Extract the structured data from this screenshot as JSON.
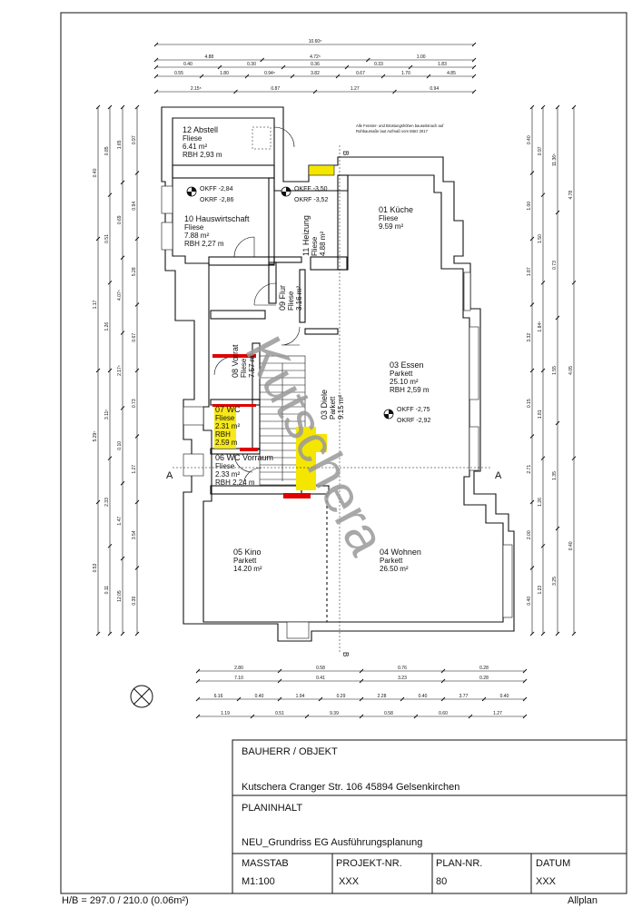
{
  "plan_note": "Alle Fenster- und Brüstungshöhen bauseitsnach auf Rohbaumaße laut Aufmaß vom März 2017",
  "rooms": [
    {
      "id": "12",
      "lines": [
        "12 Abstell",
        "Fliese",
        "6.41 m²",
        "RBH 2,93 m"
      ]
    },
    {
      "id": "10",
      "lines": [
        "10 Hauswirtschaft",
        "Fliese",
        "7.88 m²",
        "RBH 2,27 m"
      ]
    },
    {
      "id": "11",
      "lines": [
        "11 Heizung",
        "Fliese",
        "4.88 m²"
      ]
    },
    {
      "id": "01",
      "lines": [
        "01 Küche",
        "Fliese",
        "9.59 m²"
      ]
    },
    {
      "id": "09",
      "lines": [
        "09 Flur",
        "Fliese",
        "3.16 m²"
      ]
    },
    {
      "id": "08",
      "lines": [
        "08 Vorrat",
        "Fliese",
        "7.57 m²"
      ]
    },
    {
      "id": "03e",
      "lines": [
        "03 Essen",
        "Parkett",
        "25.10 m²",
        "RBH 2,59 m"
      ]
    },
    {
      "id": "03d",
      "lines": [
        "03 Diele",
        "Parkett",
        "9.15 m²"
      ]
    },
    {
      "id": "07",
      "lines": [
        "07 WC",
        "Fliese",
        "2.31 m²",
        "RBH",
        "2.59 m"
      ]
    },
    {
      "id": "06",
      "lines": [
        "06 WC Vorraum",
        "Fliese",
        "2.33 m²",
        "RBH 2,24 m"
      ]
    },
    {
      "id": "05",
      "lines": [
        "05 Kino",
        "Parkett",
        "14.20 m²"
      ]
    },
    {
      "id": "04",
      "lines": [
        "04 Wohnen",
        "Parkett",
        "26.50 m²"
      ]
    }
  ],
  "levels": [
    {
      "id": "a",
      "okff": "OKFF -2,84",
      "okrf": "OKRF -2,86"
    },
    {
      "id": "b",
      "okff": "OKFF -3,50",
      "okrf": "OKRF -3,52"
    },
    {
      "id": "c",
      "okff": "OKFF -2,75",
      "okrf": "OKRF -2,92"
    }
  ],
  "section_markers": {
    "a": "A",
    "b": "B"
  },
  "watermark": "Kutschera",
  "dims_top": [
    "10.60⁵",
    "4.88",
    "4.72⁵",
    "1.00",
    "0.40",
    "0.30",
    "0.36",
    "0.33",
    "1.83",
    "0.55",
    "1.80",
    "0.94⁵",
    "3.82",
    "0.67",
    "1.70",
    "4.85",
    "2.15⁵",
    "0.87",
    "1.27",
    "0.94"
  ],
  "dims_bottom": [
    "2.80",
    "0.58",
    "0.76",
    "0.28",
    "7.10",
    "0.41",
    "3.23",
    "0.28",
    "6.16",
    "0.40",
    "1.94",
    "0.29",
    "2.28",
    "0.40",
    "3.77",
    "0.40",
    "1.19",
    "0.51",
    "9.39",
    "0.58",
    "0.60",
    "1.27"
  ],
  "dims_left": [
    "0.40",
    "1.17",
    "5.29⁵",
    "0.53",
    "0.85",
    "0.51",
    "1.26",
    "3.11⁵",
    "2.33",
    "0.11",
    "1.65",
    "0.69",
    "4.07⁵",
    "2.17⁵",
    "0.10",
    "1.47",
    "12.05",
    "0.97",
    "0.94",
    "5.28",
    "0.67",
    "0.73",
    "1.27",
    "3.54",
    "0.39"
  ],
  "dims_right": [
    "0.40",
    "1.00",
    "1.87",
    "3.32",
    "0.15",
    "2.71",
    "2.00",
    "0.40",
    "0.97",
    "1.50",
    "1.84⁵",
    "1.81",
    "1.26",
    "1.23",
    "11.36⁵",
    "0.73",
    "1.55",
    "1.35",
    "3.25",
    "4.78",
    "4.05",
    "0.40"
  ],
  "title_block": {
    "bauherr_label": "BAUHERR / OBJEKT",
    "bauherr_value": "Kutschera Cranger Str. 106 45894 Gelsenkirchen",
    "planinhalt_label": "PLANINHALT",
    "planinhalt_value": "NEU_Grundriss  EG Ausführungsplanung",
    "masstab_label": "MASSTAB",
    "masstab_value": "M1:100",
    "projekt_label": "PROJEKT-NR.",
    "projekt_value": " XXX",
    "plan_label": "PLAN-NR.",
    "plan_value": "80",
    "datum_label": "DATUM",
    "datum_value": "XXX"
  },
  "footer": {
    "left": "H/B = 297.0 / 210.0 (0.06m²)",
    "right": "Allplan"
  },
  "colors": {
    "wall": "#111111",
    "yellow": "#f5e600",
    "red": "#e00000",
    "watermark": "#9a9a9a"
  }
}
